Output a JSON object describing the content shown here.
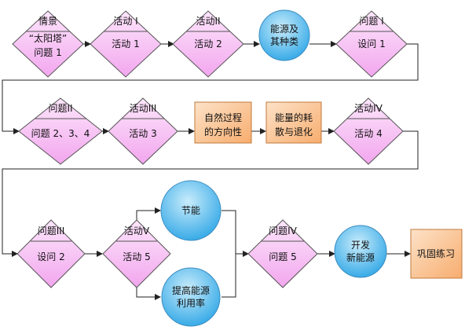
{
  "colors": {
    "diamond_fill_top": "#fde6fb",
    "diamond_fill_bottom": "#f2a6ee",
    "diamond_stroke": "#555555",
    "circle_fill_top": "#c9ecfb",
    "circle_fill_bottom": "#2ea6e6",
    "box_fill_top": "#fde2c8",
    "box_fill_bottom": "#f7ad6e",
    "line": "#222222"
  },
  "nodes": {
    "scene_top": "情景",
    "scene_bottom_1": "“太阳塔”",
    "scene_bottom_2": "问题 1",
    "act1_top": "活动 I",
    "act1_bottom": "活动 1",
    "act2_top": "活动II",
    "act2_bottom": "活动 2",
    "energy_types_1": "能源及",
    "energy_types_2": "其种类",
    "q1_top": "问题 I",
    "q1_bottom": "设问 1",
    "q2_top": "问题II",
    "q2_bottom": "问题 2、3、4",
    "act3_top": "活动III",
    "act3_bottom": "活动 3",
    "natural_process_1": "自然过程",
    "natural_process_2": "的方向性",
    "energy_dissipation_1": "能量的耗",
    "energy_dissipation_2": "散与退化",
    "act4_top": "活动IV",
    "act4_bottom": "活动 4",
    "q3_top": "问题III",
    "q3_bottom": "设问 2",
    "act5_top": "活动V",
    "act5_bottom": "活动 5",
    "save_energy": "节能",
    "efficiency_1": "提高能源",
    "efficiency_2": "利用率",
    "q4_top": "问题IV",
    "q4_bottom": "问题 5",
    "new_energy_1": "开发",
    "new_energy_2": "新能源",
    "practice": "巩固练习"
  }
}
